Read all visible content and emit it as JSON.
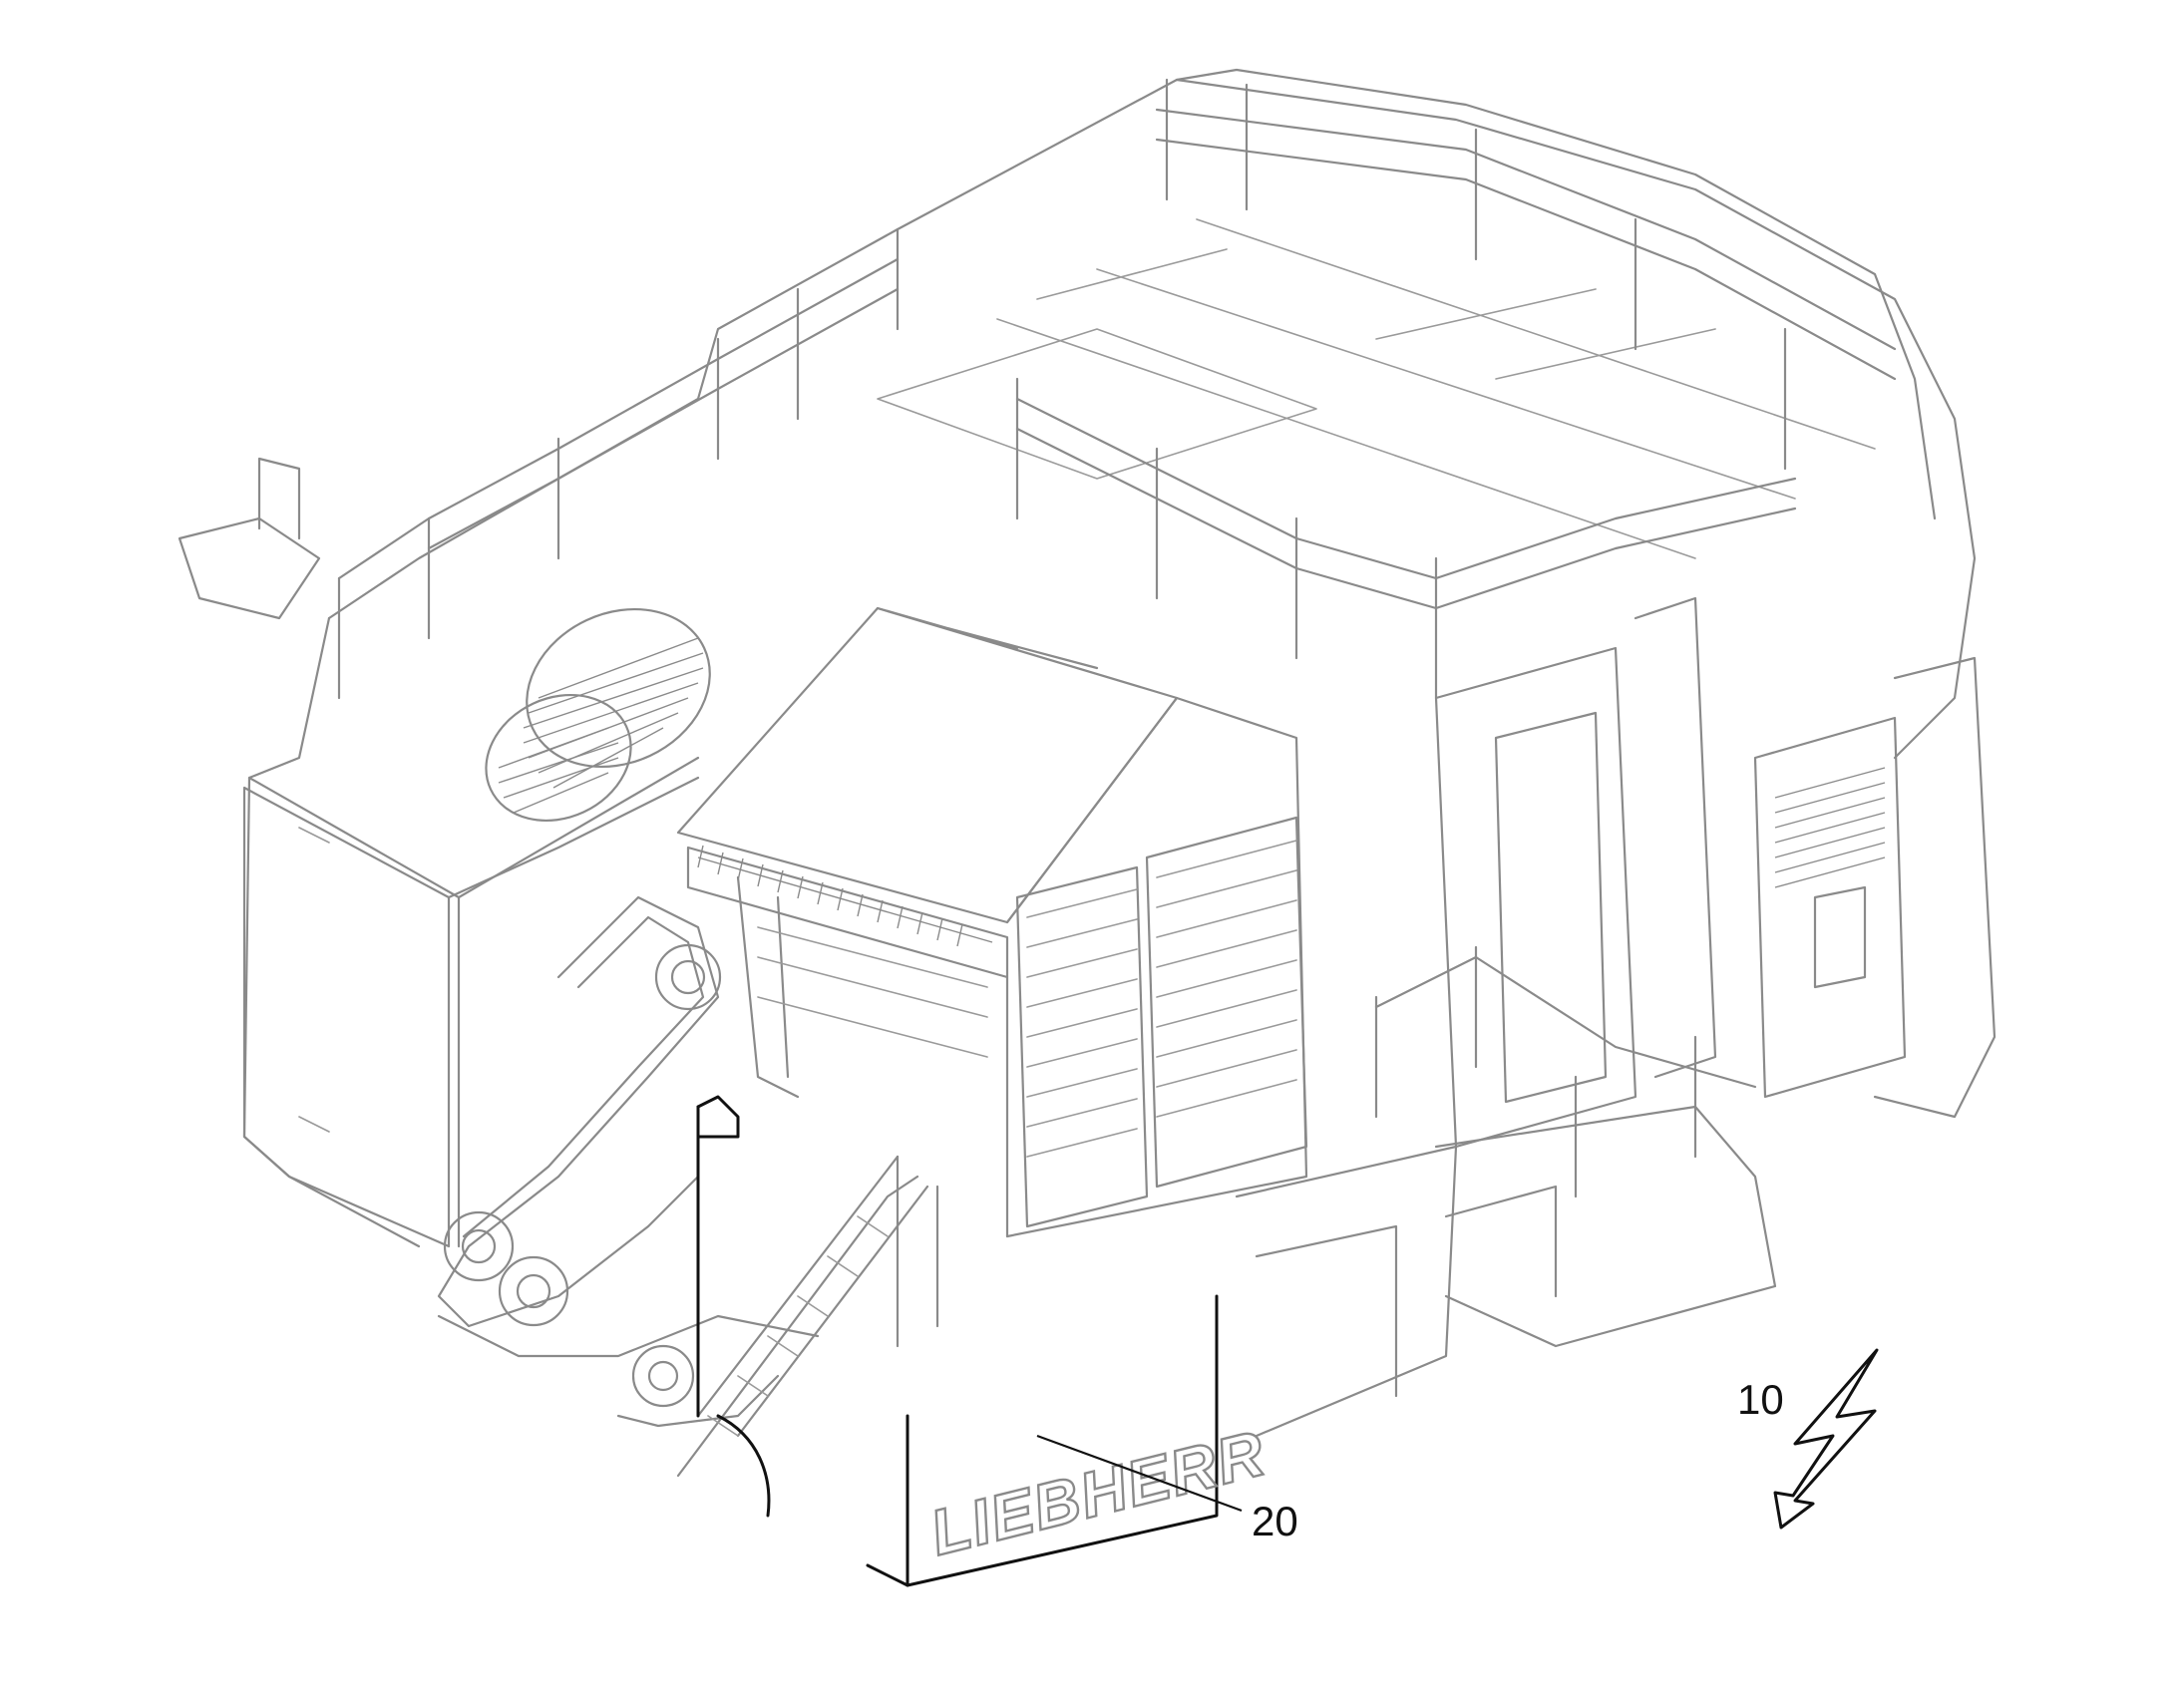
{
  "figure": {
    "callouts": [
      {
        "id": "callout-10",
        "label": "10"
      },
      {
        "id": "callout-20",
        "label": "20"
      }
    ],
    "logo_text": "LIEBHERR",
    "symbol": "lightning-bolt-icon",
    "colors": {
      "line": "#8a8a8a",
      "highlight": "#111111",
      "background": "#ffffff"
    }
  }
}
